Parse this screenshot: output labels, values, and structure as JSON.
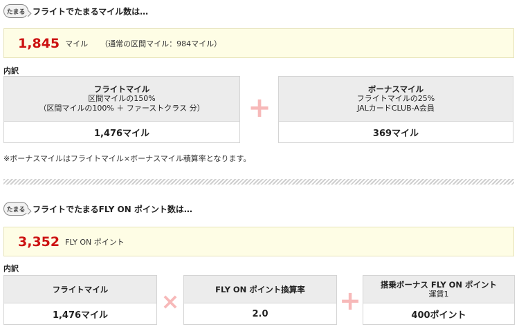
{
  "section1": {
    "badge": "たまる",
    "heading": "フライトでたまるマイル数は…",
    "total": {
      "number": "1,845",
      "unit": "マイル",
      "note": "（通常の区間マイル：984マイル）"
    },
    "breakdown_label": "内訳",
    "cards": [
      {
        "title": "フライトマイル",
        "lines": [
          "区間マイルの150%",
          "（区間マイルの100% ＋ ファーストクラス 分）"
        ],
        "value": "1,476マイル"
      },
      {
        "title": "ボーナスマイル",
        "lines": [
          "フライトマイルの25%",
          "JALカードCLUB-A会員"
        ],
        "value": "369マイル"
      }
    ],
    "operator": "+",
    "footnote": "※ボーナスマイルはフライトマイル×ボーナスマイル積算率となります。"
  },
  "section2": {
    "badge": "たまる",
    "heading": "フライトでたまるFLY ON ポイント数は…",
    "total": {
      "number": "3,352",
      "unit": "FLY ON ポイント"
    },
    "breakdown_label": "内訳",
    "cards": [
      {
        "title": "フライトマイル",
        "value": "1,476マイル"
      },
      {
        "title": "FLY ON ポイント換算率",
        "value": "2.0"
      },
      {
        "title": "搭乗ボーナス FLY ON ポイント",
        "sub": "運賃1",
        "value": "400ポイント"
      }
    ],
    "operators": [
      "×",
      "+"
    ]
  },
  "colors": {
    "accent_red": "#cc1111",
    "operator_pink": "#f7b9b9",
    "total_bg": "#fefde5",
    "card_head_bg": "#ececec"
  }
}
